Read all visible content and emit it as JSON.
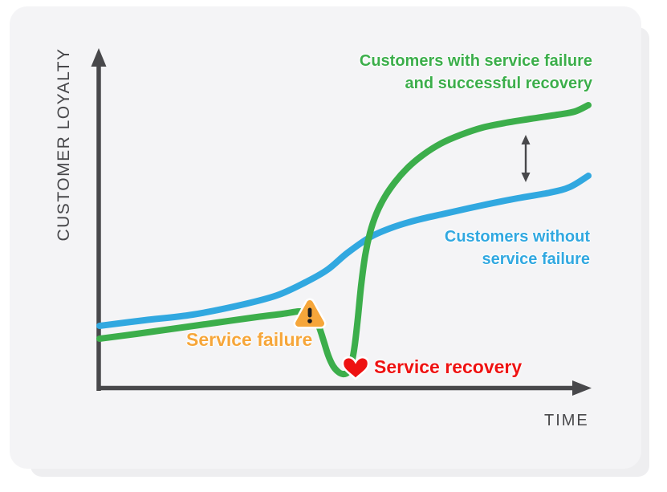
{
  "colors": {
    "green": "#3cae4b",
    "blue": "#31a8e0",
    "orange": "#f6a63a",
    "red": "#ee1212",
    "axis": "#48484b",
    "card_bg": "#f4f4f6",
    "page_bg": "#ffffff",
    "icon_glyph": "#1d1d1f",
    "icon_halo": "#ffffff"
  },
  "axes": {
    "y_label": "CUSTOMER LOYALTY",
    "x_label": "TIME"
  },
  "chart_data": {
    "type": "line",
    "title": "",
    "xlabel": "TIME",
    "ylabel": "CUSTOMER LOYALTY",
    "grid": false,
    "axis_ticks": "none (conceptual diagram, no numeric scale)",
    "series": [
      {
        "name": "Customers with service failure and successful recovery",
        "label_line1": "Customers with service failure",
        "label_line2": "and successful recovery",
        "color_key": "green",
        "draw_order": 2,
        "points": [
          [
            124,
            422
          ],
          [
            170,
            416
          ],
          [
            220,
            409
          ],
          [
            270,
            402
          ],
          [
            320,
            395
          ],
          [
            352,
            391
          ],
          [
            372,
            388
          ],
          [
            381,
            389
          ],
          [
            390,
            393
          ],
          [
            397,
            406
          ],
          [
            403,
            424
          ],
          [
            409,
            443
          ],
          [
            415,
            456
          ],
          [
            421,
            463
          ],
          [
            427,
            466
          ],
          [
            433,
            464
          ],
          [
            438,
            452
          ],
          [
            442,
            430
          ],
          [
            446,
            395
          ],
          [
            450,
            355
          ],
          [
            455,
            318
          ],
          [
            461,
            290
          ],
          [
            469,
            266
          ],
          [
            479,
            246
          ],
          [
            492,
            227
          ],
          [
            508,
            209
          ],
          [
            527,
            193
          ],
          [
            549,
            179
          ],
          [
            574,
            168
          ],
          [
            601,
            159
          ],
          [
            630,
            153
          ],
          [
            661,
            148
          ],
          [
            694,
            143
          ],
          [
            716,
            139
          ],
          [
            733,
            131
          ]
        ]
      },
      {
        "name": "Customers without service failure",
        "label_line1": "Customers without",
        "label_line2": "service failure",
        "color_key": "blue",
        "draw_order": 1,
        "points": [
          [
            124,
            406
          ],
          [
            180,
            399
          ],
          [
            240,
            392
          ],
          [
            300,
            380
          ],
          [
            345,
            368
          ],
          [
            380,
            352
          ],
          [
            408,
            336
          ],
          [
            433,
            315
          ],
          [
            462,
            295
          ],
          [
            490,
            283
          ],
          [
            520,
            274
          ],
          [
            555,
            266
          ],
          [
            600,
            256
          ],
          [
            645,
            247
          ],
          [
            685,
            240
          ],
          [
            710,
            233
          ],
          [
            733,
            219
          ]
        ]
      }
    ],
    "annotations": [
      {
        "kind": "warning-triangle",
        "label": "Service failure",
        "icon_at": [
          386,
          391
        ]
      },
      {
        "kind": "heart",
        "label": "Service recovery",
        "icon_at": [
          443,
          456
        ]
      },
      {
        "kind": "double-arrow",
        "meaning": "loyalty gap between curves",
        "x": 655,
        "y_top": 168,
        "y_bottom": 227
      }
    ]
  }
}
